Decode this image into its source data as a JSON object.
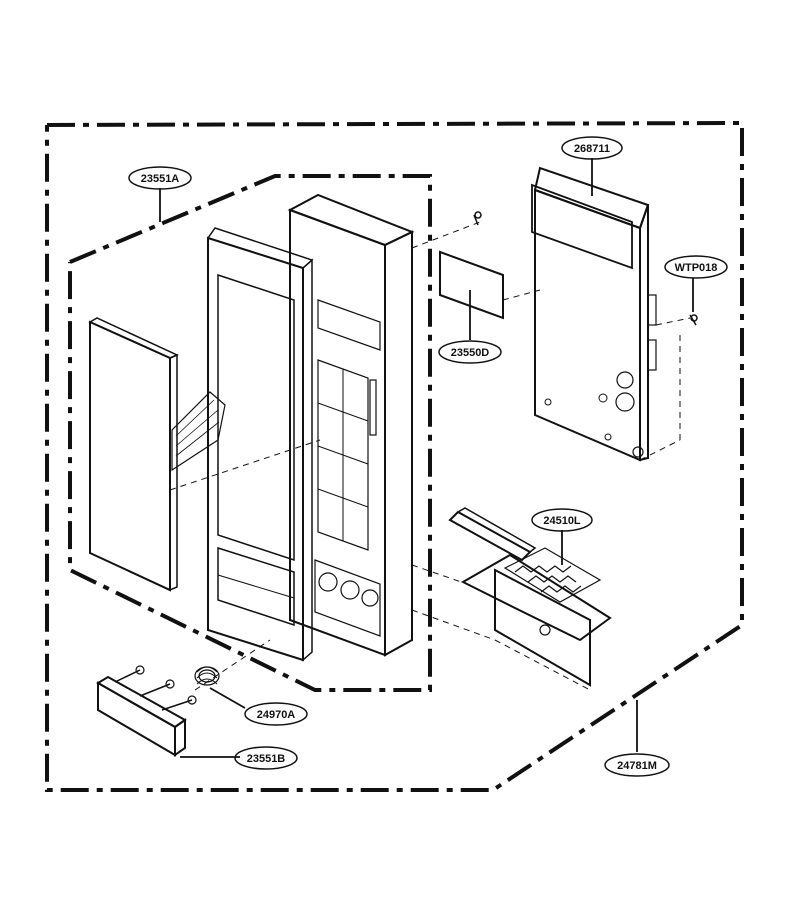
{
  "diagram": {
    "labels": {
      "control_panel_assembly": "23551A",
      "pcb_assembly": "268711",
      "screw": "WTP018",
      "window": "23550D",
      "switch_holder": "24510L",
      "spring": "24970A",
      "door_button": "23551B",
      "overall_assembly": "24781M"
    }
  },
  "colors": {
    "line": "#111111",
    "background": "#ffffff"
  }
}
